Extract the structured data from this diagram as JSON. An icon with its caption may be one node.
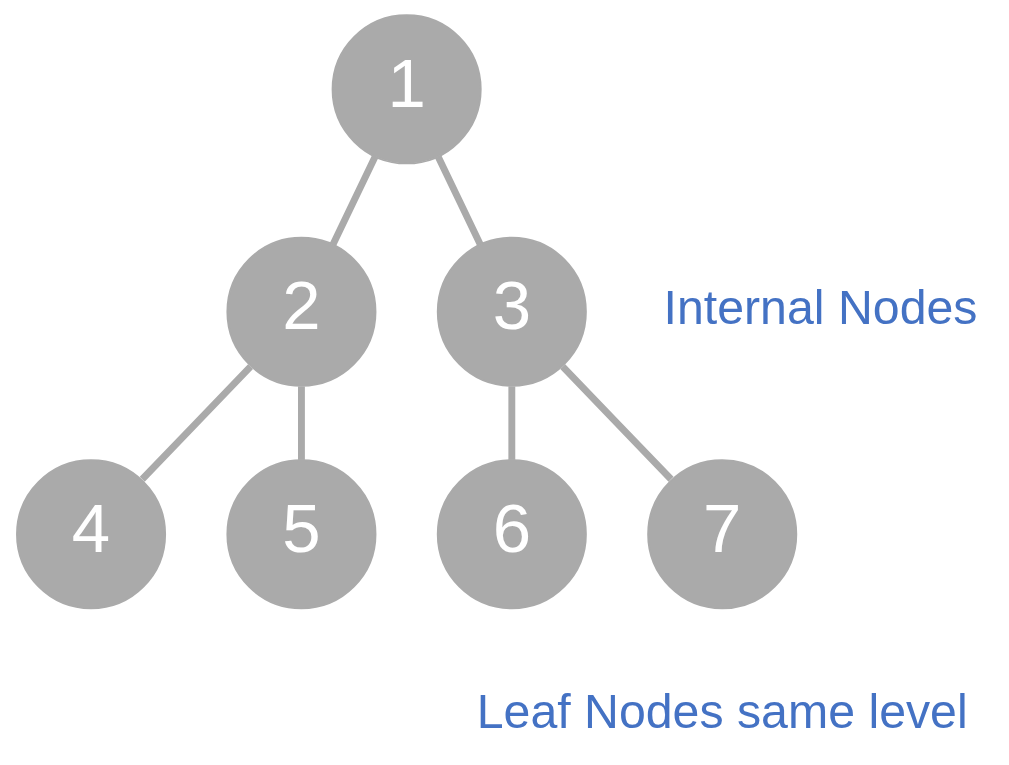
{
  "diagram": {
    "nodes": [
      {
        "text": [
          "1"
        ]
      },
      {
        "text": [
          "2"
        ]
      },
      {
        "text": [
          "3"
        ]
      },
      {
        "text": [
          "4"
        ]
      },
      {
        "text": [
          "5"
        ]
      },
      {
        "text": [
          "6"
        ]
      },
      {
        "text": [
          "7"
        ]
      }
    ],
    "edges": [
      {
        "from": 0,
        "to": 1,
        "arrow": "none"
      },
      {
        "from": 0,
        "to": 2,
        "arrow": "none"
      },
      {
        "from": 1,
        "to": 3,
        "arrow": "none"
      },
      {
        "from": 1,
        "to": 4,
        "arrow": "none"
      },
      {
        "from": 2,
        "to": 5,
        "arrow": "none"
      },
      {
        "from": 2,
        "to": 6,
        "arrow": "none"
      }
    ],
    "labels": [
      "Internal Nodes",
      "Leaf Nodes same level"
    ]
  }
}
